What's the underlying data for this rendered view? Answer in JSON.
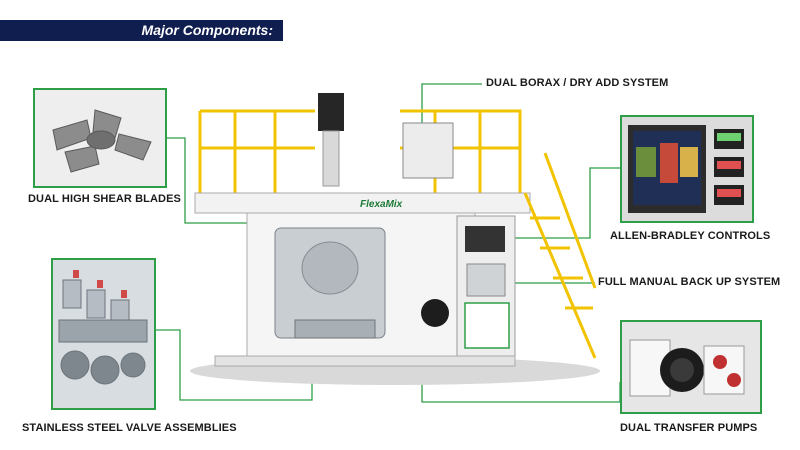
{
  "header": {
    "title": "Major Components:"
  },
  "machine": {
    "brand": "FlexaMix"
  },
  "components": [
    {
      "id": "blades",
      "label": "DUAL HIGH SHEAR BLADES"
    },
    {
      "id": "borax",
      "label": "DUAL BORAX / DRY ADD SYSTEM"
    },
    {
      "id": "controls",
      "label": "ALLEN-BRADLEY CONTROLS"
    },
    {
      "id": "manual",
      "label": "FULL MANUAL BACK UP SYSTEM"
    },
    {
      "id": "valves",
      "label": "STAINLESS STEEL VALVE ASSEMBLIES"
    },
    {
      "id": "pumps",
      "label": "DUAL TRANSFER PUMPS"
    }
  ],
  "colors": {
    "banner": "#0f1d4f",
    "accent_green": "#2e9e48",
    "railing_yellow": "#f2c300"
  }
}
